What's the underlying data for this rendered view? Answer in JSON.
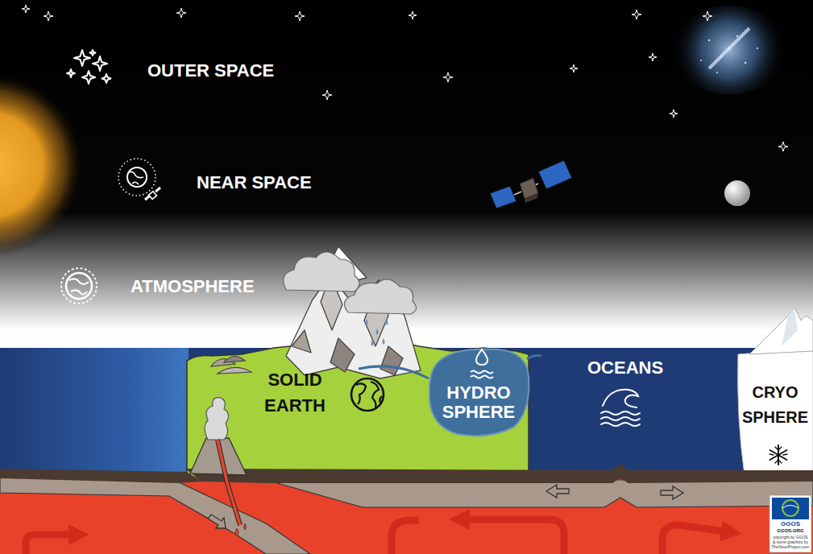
{
  "diagram": {
    "nodes": [
      {
        "text": [
          "HYDRO SPHERE"
        ]
      }
    ],
    "labels": [
      "OUTER SPACE",
      "NEAR SPACE",
      "ATMOSPHERE",
      "SOLID EARTH",
      "OCEANS",
      "CRYO SPHERE",
      "GGOS",
      "GGOS.ORG",
      "copyright by GGOS & some graphics by TheNounProject.com"
    ]
  }
}
